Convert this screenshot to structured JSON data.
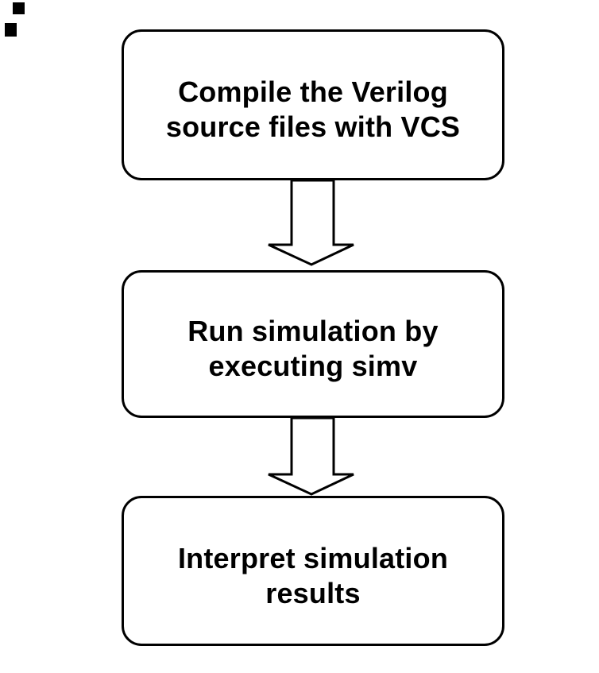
{
  "page": {
    "background_color": "#ffffff"
  },
  "flowchart": {
    "stroke_color": "#000000",
    "node_fill_color": "#ffffff",
    "text_color": "#000000",
    "nodes": [
      {
        "id": "compile",
        "label": "Compile the Verilog source files with VCS",
        "lines": [
          "Compile the Verilog",
          "source files with VCS"
        ]
      },
      {
        "id": "run",
        "label": "Run simulation by executing simv",
        "lines": [
          "Run simulation by",
          "executing simv"
        ]
      },
      {
        "id": "interpret",
        "label": "Interpret simulation results",
        "lines": [
          "Interpret simulation",
          "results"
        ]
      }
    ],
    "connectors": [
      {
        "name": "arrow-compile-to-run",
        "type": "down-block-arrow"
      },
      {
        "name": "arrow-run-to-interpret",
        "type": "down-block-arrow"
      }
    ],
    "artifacts": [
      {
        "name": "black-square-mark"
      },
      {
        "name": "black-square-mark"
      }
    ]
  }
}
